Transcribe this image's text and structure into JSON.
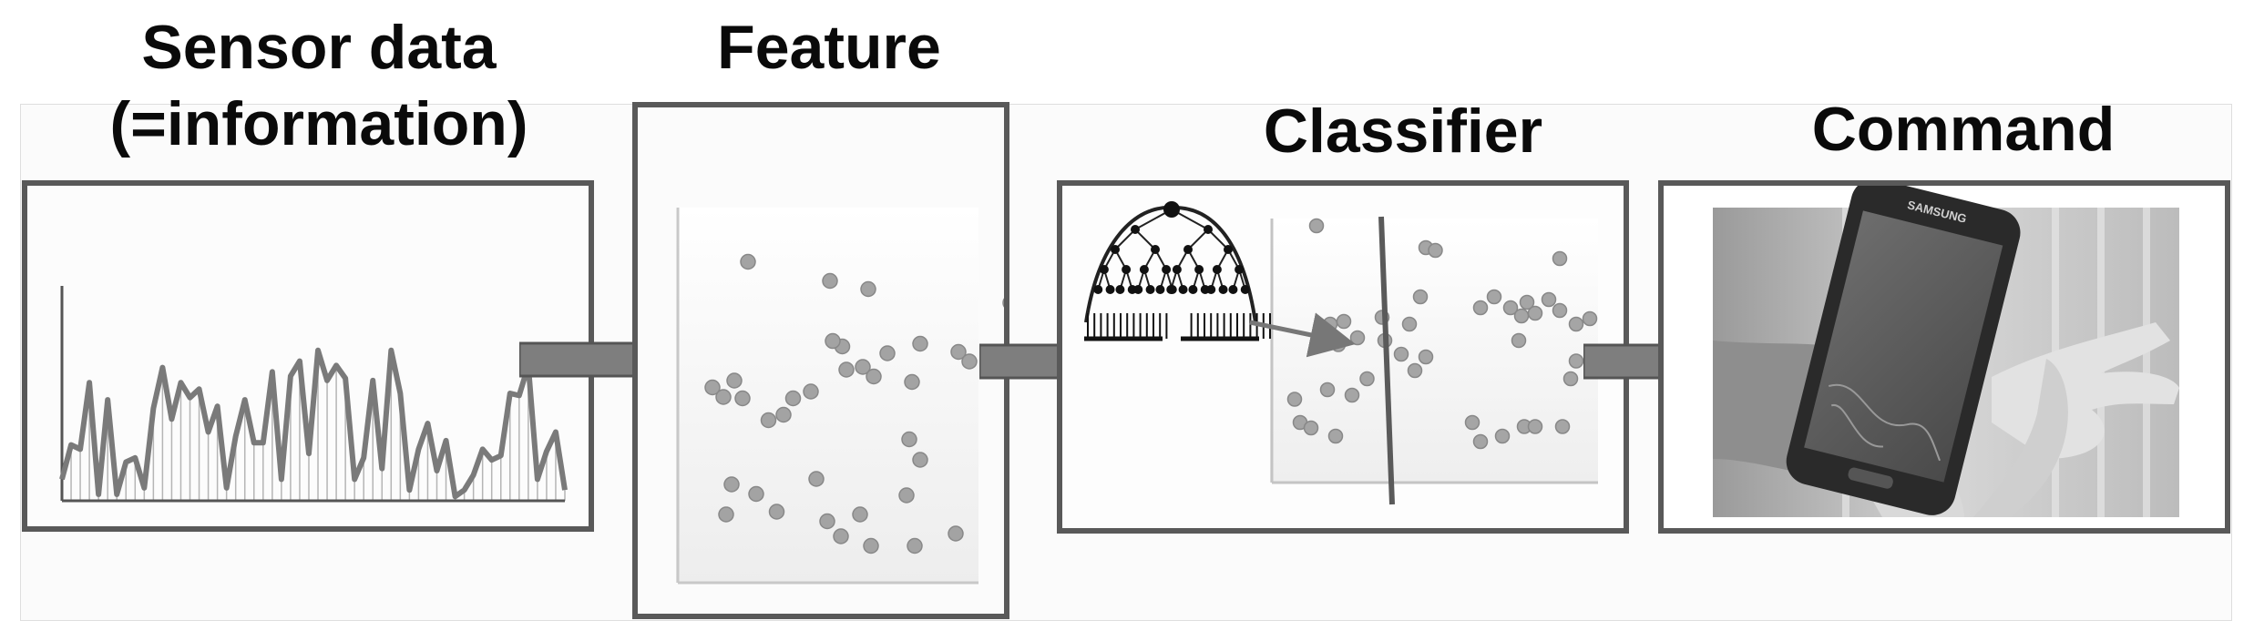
{
  "stages": [
    {
      "line1": "Sensor data",
      "line2": "(=information)"
    },
    {
      "line1": "Feature"
    },
    {
      "line1": "Classifier"
    },
    {
      "line1": "Command"
    }
  ],
  "phone_brand": "SAMSUNG",
  "colors": {
    "panel_border": "#595959",
    "arrow_fill": "#7e7e7e",
    "signal_line": "#7a7a7a",
    "dot_fill": "#a3a3a3",
    "title": "#0a0a0a"
  },
  "icons": [
    "right-arrow-icon",
    "decision-tree-icon",
    "smartphone-icon",
    "hand-icon"
  ]
}
